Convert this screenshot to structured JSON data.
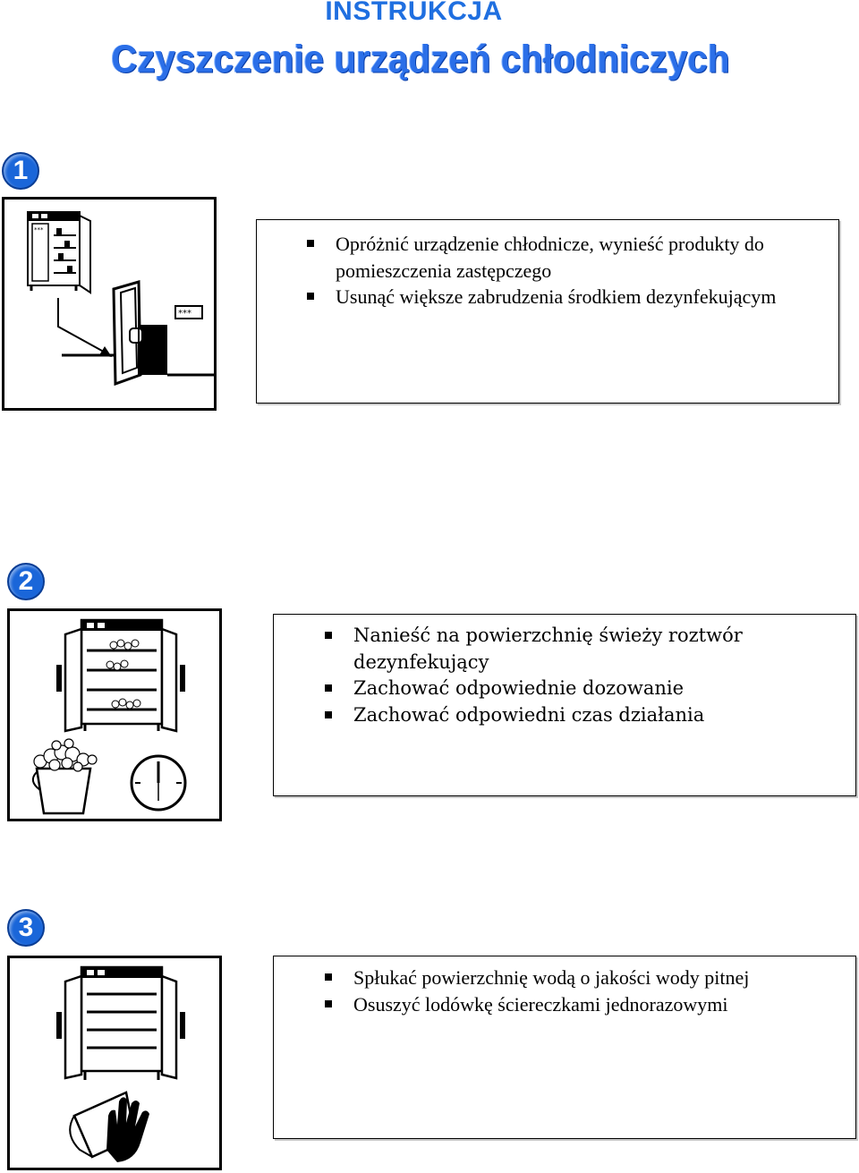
{
  "header": {
    "title": "INSTRUKCJA",
    "subtitle": "Czyszczenie urządzeń chłodniczych"
  },
  "steps": [
    {
      "number": "1",
      "items": [
        "Opróżnić urządzenie chłodnicze, wynieść produkty do pomieszczenia zastępczego",
        "Usunąć większe zabrudzenia środkiem dezynfekującym"
      ],
      "figure_label": "***"
    },
    {
      "number": "2",
      "items": [
        "Nanieść na powierzchnię świeży roztwór dezynfekujący",
        "Zachować odpowiednie dozowanie",
        "Zachować odpowiedni czas działania"
      ]
    },
    {
      "number": "3",
      "items": [
        "Spłukać powierzchnię wodą o jakości wody pitnej",
        "Osuszyć lodówkę ściereczkami jednorazowymi"
      ]
    }
  ],
  "colors": {
    "accent": "#1a66d9",
    "title": "#1f6fe0"
  }
}
